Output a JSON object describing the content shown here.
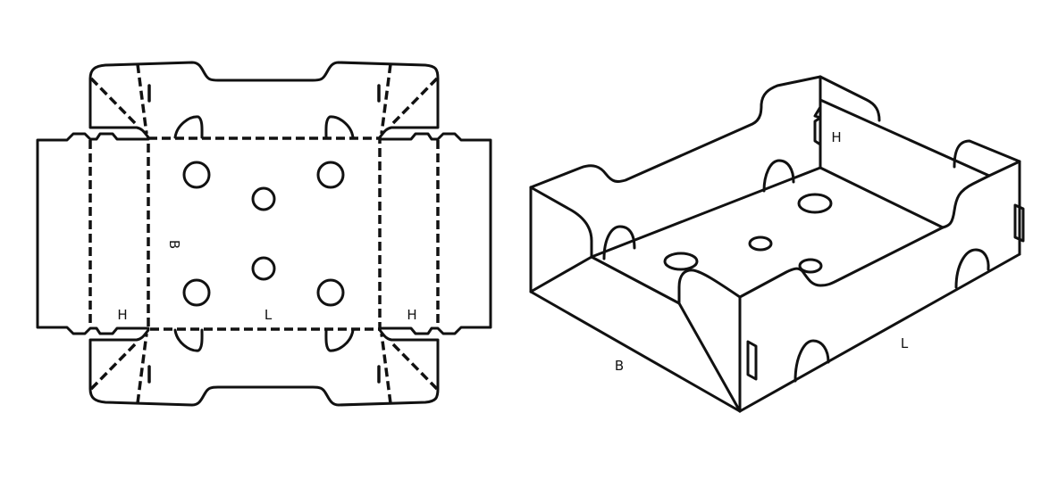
{
  "figure": {
    "description": "Corrugated tray: flat die-cut blank (left) and assembled isometric view (right)",
    "colors": {
      "line": "#111111",
      "background": "#ffffff"
    }
  },
  "blank": {
    "labels": {
      "height_left": "H",
      "height_right": "H",
      "length": "L",
      "breadth": "B"
    },
    "hole_count": 6
  },
  "assembled": {
    "labels": {
      "height": "H",
      "length": "L",
      "breadth": "B"
    },
    "hole_count": 4
  }
}
